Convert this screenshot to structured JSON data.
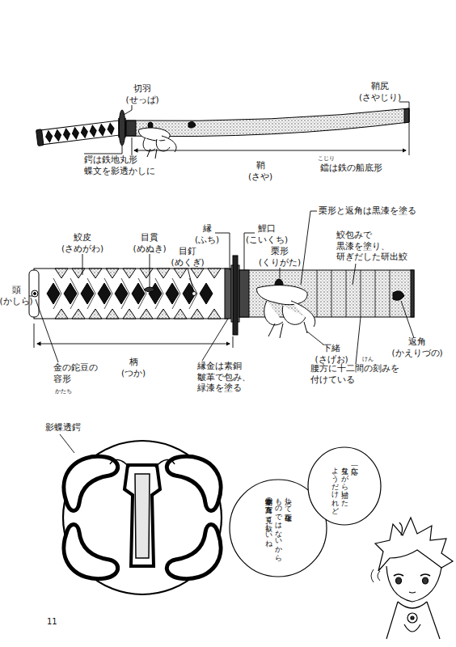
{
  "diagram": {
    "nodes": [
      {
        "text": [
          "一応な 見ながら描いた ようだけれど"
        ]
      },
      {
        "text": [
          "決して正確な ものではないから、 是非本物の写真を 見て欲しいね"
        ]
      }
    ],
    "labels": [
      "切羽 (せっぱ)",
      "鞘尻 (さやじり)",
      "鍔は鉄地丸形 蝶文を影透かしに",
      "鞘 (さや)",
      "こじり",
      "鐺は鉄の船底形",
      "栗形と返角は黒漆を塗る",
      "鮫皮 (さめがわ)",
      "目貫 (めぬき)",
      "縁 (ふち)",
      "目釘 (めくぎ)",
      "鯉口 (こいくち)",
      "栗形 (くりがた)",
      "鮫包みで 黒漆を塗り、 研ぎだした研出鮫",
      "頭 (かしら)",
      "柄 (つか)",
      "金の鉈豆の 容形",
      "かたち",
      "縁金は素銅 皺革で包み、 緑漆を塗る",
      "下緒 (さげお)",
      "けん",
      "腰方に十二間の刻みを 付けている",
      "返角 (かえりづの)",
      "影蝶透鍔",
      "11"
    ]
  }
}
